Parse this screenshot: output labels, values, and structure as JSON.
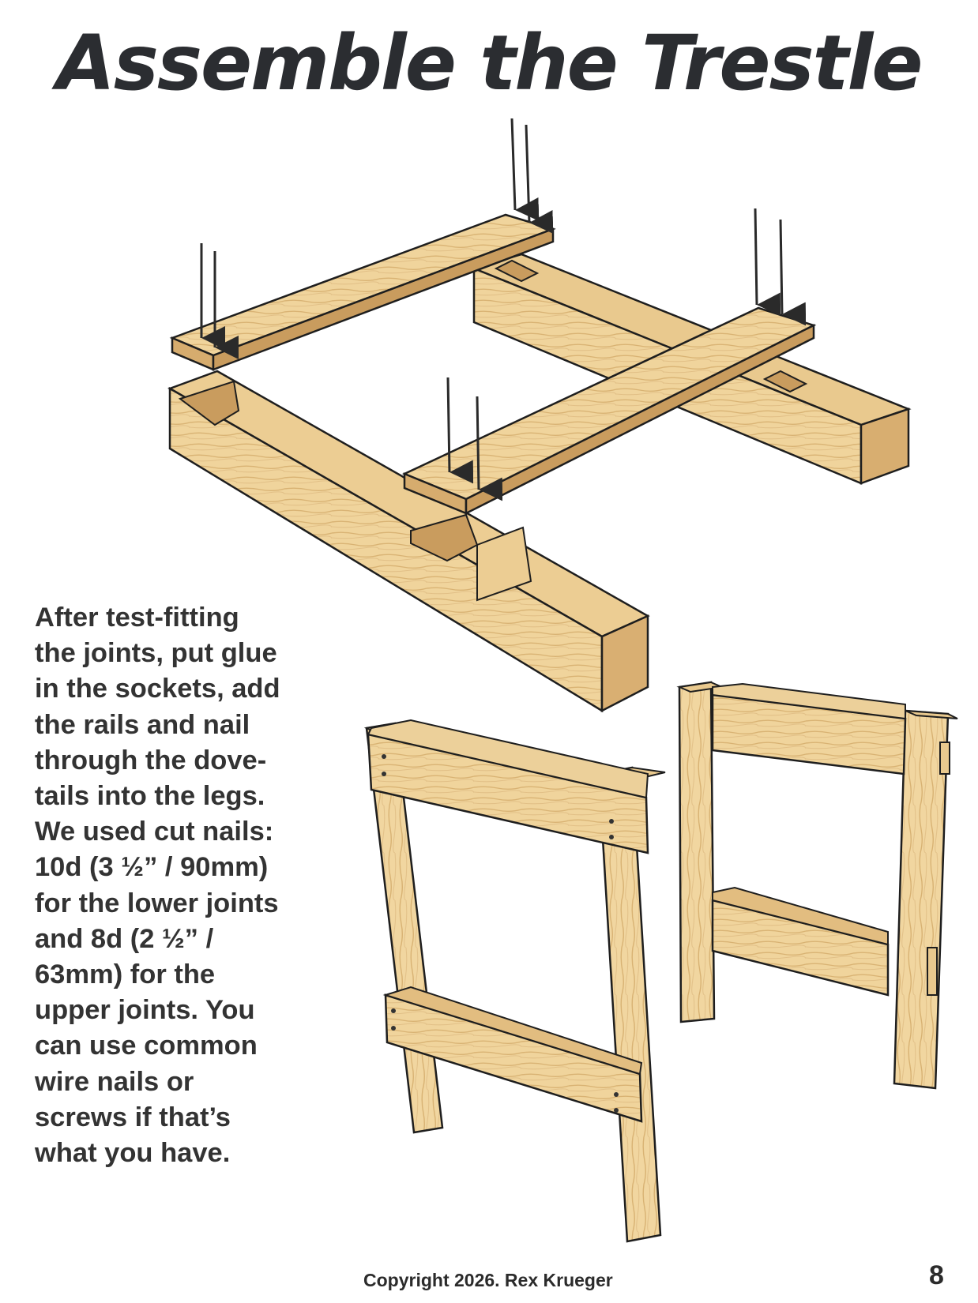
{
  "page": {
    "title": "Assemble the Trestle",
    "body_lines": [
      "After test-fitting",
      "the joints, put glue",
      "in the sockets, add",
      "the rails and nail",
      "through the dove-",
      "tails into the legs.",
      "We used cut nails:",
      "10d (3 ½” / 90mm)",
      "for the lower joints",
      "and 8d (2 ½” /",
      "63mm) for the",
      "upper joints. You",
      "can use common",
      "wire nails or",
      "screws if that’s",
      "what you have."
    ],
    "copyright": "Copyright 2026. Rex Krueger",
    "page_number": "8"
  },
  "colors": {
    "title": "#2b2d31",
    "text": "#333333",
    "wood_light": "#f3d9a4",
    "wood_mid": "#e4bf82",
    "wood_dark": "#c99c5e",
    "outline": "#1e1e1e",
    "nail": "#2a2a2a"
  },
  "illustration": {
    "subject": "trestle-assembly-exploded-view",
    "icons": [
      "nail-icon",
      "rail-icon",
      "foot-icon",
      "leg-frame-icon"
    ]
  }
}
